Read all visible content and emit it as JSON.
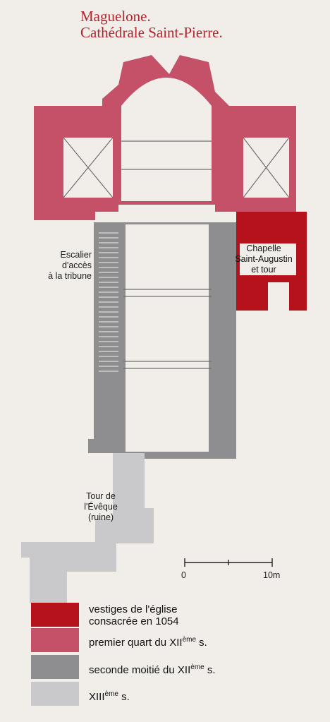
{
  "title": {
    "line1": "Maguelone.",
    "line2": "Cathédrale Saint-Pierre."
  },
  "labels": {
    "escalier": "Escalier\nd'accès\nà la tribune",
    "chapelle": "Chapelle\nSaint-Augustin\net tour",
    "tour_eveque": "Tour de\nl'Évêque\n(ruine)"
  },
  "scale": {
    "start": "0",
    "end": "10m"
  },
  "colors": {
    "c1054": "#b5121b",
    "cXII_early": "#c45167",
    "cXII_late": "#8e8e90",
    "cXIII": "#c9c9cb",
    "background": "#f1eee9"
  },
  "legend": [
    {
      "label": "vestiges de l'église\nconsacrée en 1054"
    },
    {
      "label_main": "premier quart du XII",
      "label_sup": "ème",
      "label_tail": " s."
    },
    {
      "label_main": "seconde moitié du XII",
      "label_sup": "ème",
      "label_tail": " s."
    },
    {
      "label_main": "XIII",
      "label_sup": "ème",
      "label_tail": " s."
    }
  ]
}
